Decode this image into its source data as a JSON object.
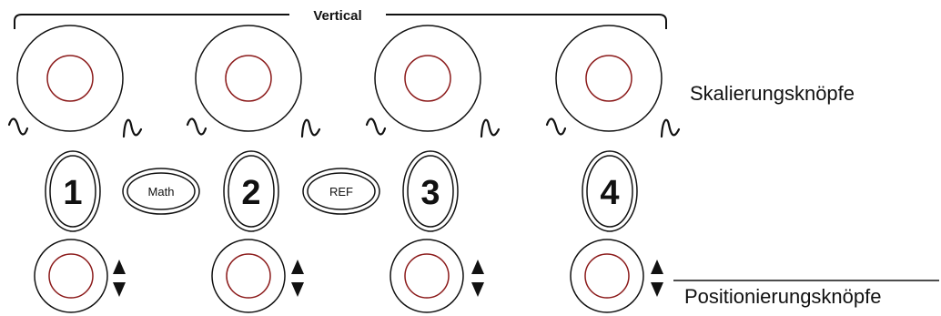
{
  "section_title": "Vertical",
  "labels": {
    "scale_knobs": "Skalierungsknöpfe",
    "position_knobs": "Positionierungsknöpfe"
  },
  "channels": [
    {
      "label": "1"
    },
    {
      "label": "2"
    },
    {
      "label": "3"
    },
    {
      "label": "4"
    }
  ],
  "extra_buttons": [
    {
      "label": "Math"
    },
    {
      "label": "REF"
    }
  ],
  "colors": {
    "knob_inner_ring": "#8b1a1a",
    "outline": "#111111"
  }
}
